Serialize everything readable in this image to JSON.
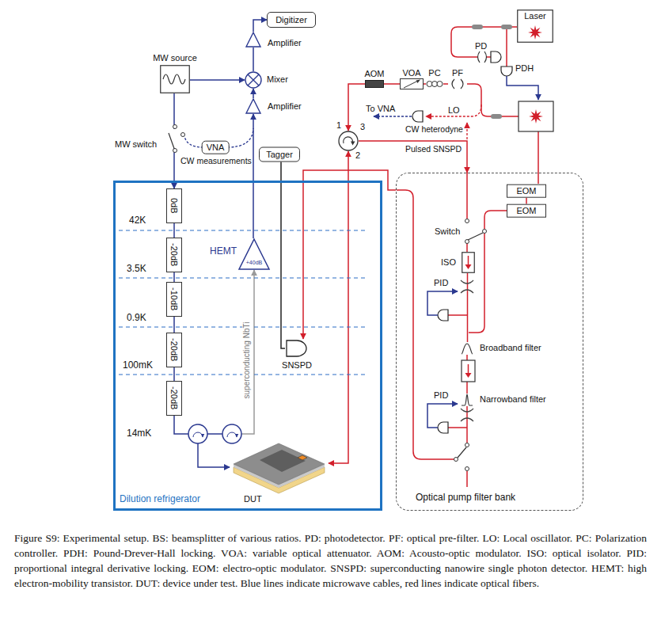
{
  "diagram": {
    "caption": "Figure S9: Experimental setup. BS: beamsplitter of various ratios. PD: photodetector. PF: optical pre-filter. LO: Local oscillator. PC: Polarization controller. PDH: Pound-Drever-Hall locking. VOA: variable optical attenuator. AOM: Acousto-optic modulator. ISO: optical isolator. PID: proportional integral derivative locking. EOM: electro-optic modulator. SNSPD: superconducting nanowire single photon detector. HEMT: high electron-mobility transistor. DUT: device under test. Blue lines indicate microwave cables, red lines indicate optical fibers.",
    "nodes": [
      {
        "text": [
          "Dilution refrigerator"
        ]
      },
      {
        "text": [
          "Optical pump filter bank"
        ]
      },
      {
        "text": [
          "MW source"
        ]
      },
      {
        "text": [
          "Mixer"
        ]
      },
      {
        "text": [
          "Amplifier"
        ]
      },
      {
        "text": [
          "Digitizer"
        ]
      },
      {
        "text": [
          "Amplifier"
        ]
      },
      {
        "text": [
          "VNA"
        ]
      },
      {
        "text": [
          "Tagger"
        ]
      },
      {
        "text": [
          "0dB"
        ],
        "in": 0
      },
      {
        "text": [
          "-20dB"
        ],
        "in": 0
      },
      {
        "text": [
          "-10dB"
        ],
        "in": 0
      },
      {
        "text": [
          "-20dB"
        ],
        "in": 0
      },
      {
        "text": [
          "-20dB"
        ],
        "in": 0
      },
      {
        "text": [
          "HEMT",
          "+40dB"
        ],
        "in": 0
      },
      {
        "text": [
          "SNSPD"
        ],
        "in": 0
      },
      {
        "text": [
          "DUT"
        ],
        "in": 0
      },
      {
        "text": [
          "AOM"
        ]
      },
      {
        "text": [
          "VOA"
        ]
      },
      {
        "text": [
          "PC"
        ]
      },
      {
        "text": [
          "PF"
        ]
      },
      {
        "text": [
          "Laser"
        ]
      },
      {
        "text": [
          "EOM"
        ],
        "in": 1
      },
      {
        "text": [
          "EOM"
        ],
        "in": 1
      },
      {
        "text": [
          "ISO"
        ],
        "in": 1
      },
      {
        "text": [
          "Broadband filter"
        ],
        "in": 1
      },
      {
        "text": [
          "Narrowband filter"
        ],
        "in": 1
      },
      {
        "text": [
          "1",
          "3",
          "2"
        ]
      }
    ],
    "edges": [
      {
        "from": 2,
        "to": 3,
        "arrow": "to"
      },
      {
        "from": 3,
        "to": 4,
        "arrow": "none"
      },
      {
        "from": 4,
        "to": 5,
        "arrow": "to"
      },
      {
        "from": 6,
        "to": 3,
        "arrow": "to"
      },
      {
        "from": 14,
        "to": 6,
        "arrow": "to"
      },
      {
        "from": 2,
        "to": 9,
        "arrow": "to"
      },
      {
        "from": 9,
        "to": 10,
        "arrow": "none"
      },
      {
        "from": 10,
        "to": 11,
        "arrow": "none"
      },
      {
        "from": 11,
        "to": 12,
        "arrow": "none"
      },
      {
        "from": 12,
        "to": 13,
        "arrow": "none"
      },
      {
        "from": 13,
        "to": 16,
        "arrow": "to"
      },
      {
        "from": 16,
        "to": 14,
        "label": "superconducting NbTi",
        "arrow": "to"
      },
      {
        "from": 8,
        "to": 15,
        "arrow": "none"
      },
      {
        "from": 1,
        "to": 15,
        "arrow": "to"
      },
      {
        "from": 17,
        "to": 27,
        "arrow": "to"
      },
      {
        "from": 18,
        "to": 17,
        "arrow": "none"
      },
      {
        "from": 19,
        "to": 18,
        "arrow": "none"
      },
      {
        "from": 20,
        "to": 19,
        "arrow": "none"
      },
      {
        "from": 27,
        "to": 1,
        "arrow": "to"
      },
      {
        "from": 27,
        "to": 16,
        "arrow": "both"
      },
      {
        "from": 22,
        "to": 23,
        "arrow": "none"
      },
      {
        "from": 24,
        "to": 25,
        "arrow": "none"
      },
      {
        "from": 25,
        "to": 26,
        "arrow": "none"
      }
    ],
    "labels": [
      "MW switch",
      "CW measurements",
      "42K",
      "3.5K",
      "0.9K",
      "100mK",
      "14mK",
      "PD",
      "PDH",
      "To VNA",
      "LO",
      "CW heterodyne",
      "Pulsed SNSPD",
      "Switch",
      "PID",
      "PID"
    ]
  }
}
